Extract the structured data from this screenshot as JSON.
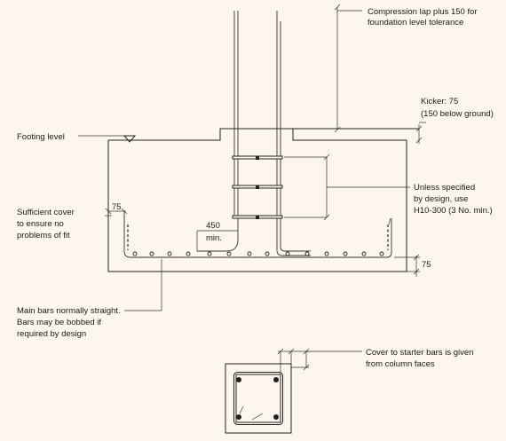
{
  "labels": {
    "compression_lap": [
      "Compression lap plus 150 for",
      "foundation level tolerance"
    ],
    "kicker": [
      "Kicker: 75",
      "(150 below ground)"
    ],
    "footing_level": "Footing level",
    "unless_specified": [
      "Unless specified",
      "by design, use",
      "H10-300 (3 No. min.)"
    ],
    "sufficient_cover": [
      "Sufficient cover",
      "to ensure no",
      "problems of fit"
    ],
    "dim_cover_side": "75",
    "dim_lap": "450",
    "dim_lap_suffix": "min.",
    "dim_cover_bottom": "75",
    "main_bars": [
      "Main bars normally straight.",
      "Bars may be bobbed if",
      "required by design"
    ],
    "cover_starter": [
      "Cover to starter bars is given",
      "from column faces"
    ]
  },
  "colors": {
    "background": "#fdf6ec",
    "line": "#222222"
  }
}
